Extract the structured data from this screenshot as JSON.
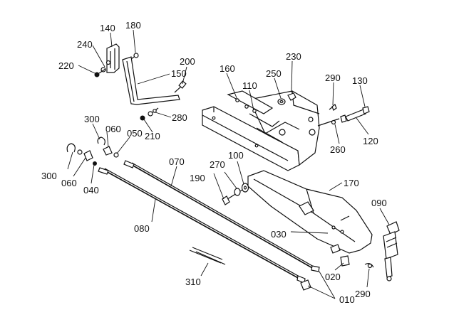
{
  "diagram": {
    "callouts": [
      {
        "id": "140",
        "text": "140"
      },
      {
        "id": "180",
        "text": "180"
      },
      {
        "id": "240",
        "text": "240"
      },
      {
        "id": "220",
        "text": "220"
      },
      {
        "id": "150",
        "text": "150"
      },
      {
        "id": "200",
        "text": "200"
      },
      {
        "id": "160",
        "text": "160"
      },
      {
        "id": "230",
        "text": "230"
      },
      {
        "id": "250",
        "text": "250"
      },
      {
        "id": "110",
        "text": "110"
      },
      {
        "id": "290a",
        "text": "290"
      },
      {
        "id": "130",
        "text": "130"
      },
      {
        "id": "280",
        "text": "280"
      },
      {
        "id": "210",
        "text": "210"
      },
      {
        "id": "300a",
        "text": "300"
      },
      {
        "id": "060a",
        "text": "060"
      },
      {
        "id": "050",
        "text": "050"
      },
      {
        "id": "260",
        "text": "260"
      },
      {
        "id": "120",
        "text": "120"
      },
      {
        "id": "070",
        "text": "070"
      },
      {
        "id": "300b",
        "text": "300"
      },
      {
        "id": "060b",
        "text": "060"
      },
      {
        "id": "040",
        "text": "040"
      },
      {
        "id": "270",
        "text": "270"
      },
      {
        "id": "100",
        "text": "100"
      },
      {
        "id": "190",
        "text": "190"
      },
      {
        "id": "170",
        "text": "170"
      },
      {
        "id": "090",
        "text": "090"
      },
      {
        "id": "080",
        "text": "080"
      },
      {
        "id": "030",
        "text": "030"
      },
      {
        "id": "020",
        "text": "020"
      },
      {
        "id": "310",
        "text": "310"
      },
      {
        "id": "290b",
        "text": "290"
      },
      {
        "id": "010",
        "text": "010"
      }
    ]
  }
}
